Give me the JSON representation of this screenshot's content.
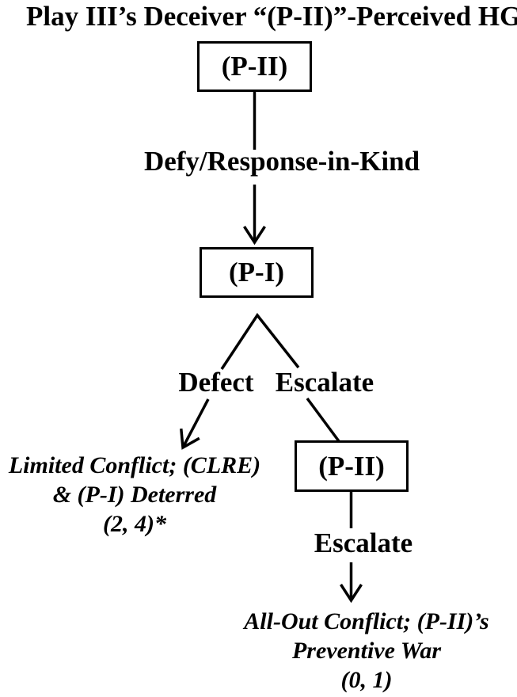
{
  "meta": {
    "title": "Play III’s Deceiver “(P-II)”-Perceived HG"
  },
  "tree": {
    "root_node": "(P-II)",
    "edge_root_to_mid": "Defy/Response-in-Kind",
    "mid_node": "(P-I)",
    "edge_defect": "Defect",
    "edge_escalate": "Escalate",
    "right_node": "(P-II)",
    "edge_escalate_2": "Escalate",
    "outcome_left": {
      "line1": "Limited Conflict; (CLRE)",
      "line2": "& (P-I) Deterred",
      "payoff": "(2, 4)*"
    },
    "outcome_right": {
      "line1": "All-Out Conflict; (P-II)’s",
      "line2": "Preventive War",
      "payoff": "(0, 1)"
    }
  },
  "colors": {
    "ink": "#000000",
    "background": "#ffffff"
  }
}
